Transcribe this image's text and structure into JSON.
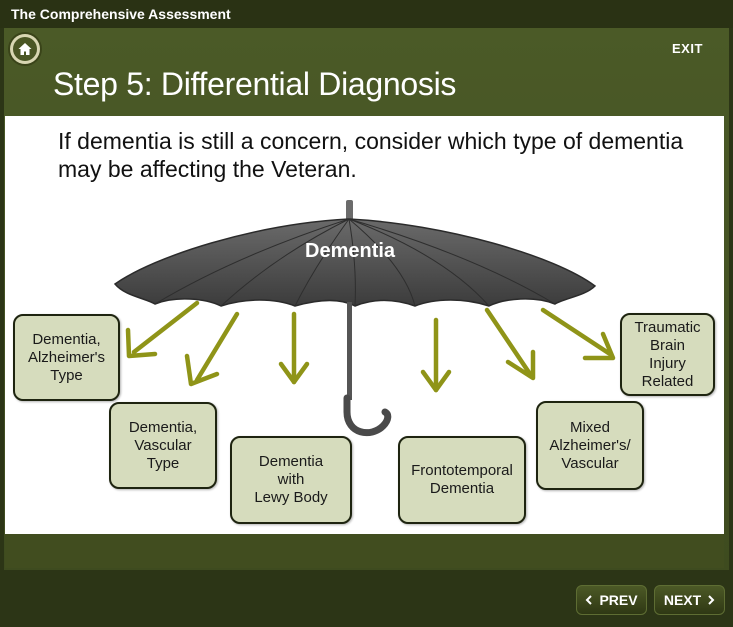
{
  "window": {
    "title": "The Comprehensive Assessment"
  },
  "header": {
    "exit_label": "EXIT",
    "slide_title": "Step 5: Differential Diagnosis"
  },
  "content": {
    "intro_text": "If dementia is still a concern, consider which type of dementia may be affecting the Veteran.",
    "umbrella_label": "Dementia",
    "boxes": [
      {
        "lines": [
          "Dementia,",
          "Alzheimer's",
          "Type"
        ]
      },
      {
        "lines": [
          "Dementia,",
          "Vascular",
          "Type"
        ]
      },
      {
        "lines": [
          "Dementia",
          "with",
          "Lewy Body"
        ]
      },
      {
        "lines": [
          "Frontotemporal",
          "Dementia"
        ]
      },
      {
        "lines": [
          "Mixed",
          "Alzheimer's/",
          "Vascular"
        ]
      },
      {
        "lines": [
          "Traumatic",
          "Brain",
          "Injury",
          "Related"
        ]
      }
    ]
  },
  "footer": {
    "prev_label": "PREV",
    "next_label": "NEXT"
  },
  "colors": {
    "frame": "#3e4b1f",
    "arrow": "#8f9418",
    "box_fill": "#d6dcbd",
    "umbrella": "#4a4a4a"
  }
}
